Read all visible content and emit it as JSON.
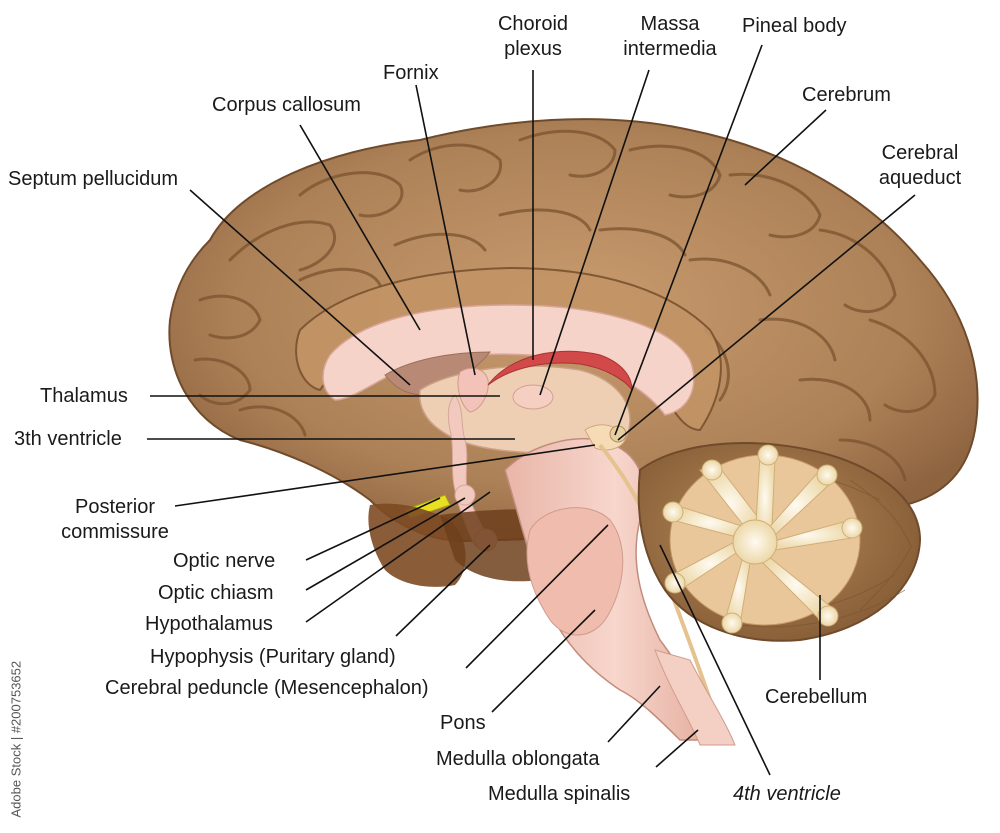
{
  "labels": {
    "choroid_plexus": "Choroid\nplexus",
    "massa_intermedia": "Massa\nintermedia",
    "pineal_body": "Pineal body",
    "fornix": "Fornix",
    "corpus_callosum": "Corpus callosum",
    "cerebrum": "Cerebrum",
    "septum_pellucidum": "Septum pellucidum",
    "cerebral_aqueduct": "Cerebral\naqueduct",
    "thalamus": "Thalamus",
    "third_ventricle": "3th ventricle",
    "posterior_commissure": "Posterior\ncommissure",
    "optic_nerve": "Optic nerve",
    "optic_chiasm": "Optic chiasm",
    "hypothalamus": "Hypothalamus",
    "hypophysis": "Hypophysis (Puritary gland)",
    "cerebral_peduncle": "Cerebral peduncle (Mesencephalon)",
    "cerebellum": "Cerebellum",
    "pons": "Pons",
    "medulla_oblongata": "Medulla oblongata",
    "medulla_spinalis": "Medulla spinalis",
    "fourth_ventricle": "4th ventricle"
  },
  "watermark": "Adobe Stock | #200753652",
  "colors": {
    "cortex": "#b0845a",
    "cortex_dark": "#7d5634",
    "pink_tissue": "#f2c9bf",
    "choroid": "#d2494a",
    "optic": "#e8e020",
    "cerebellum_white": "#f3e5c2",
    "leader": "#111111"
  }
}
